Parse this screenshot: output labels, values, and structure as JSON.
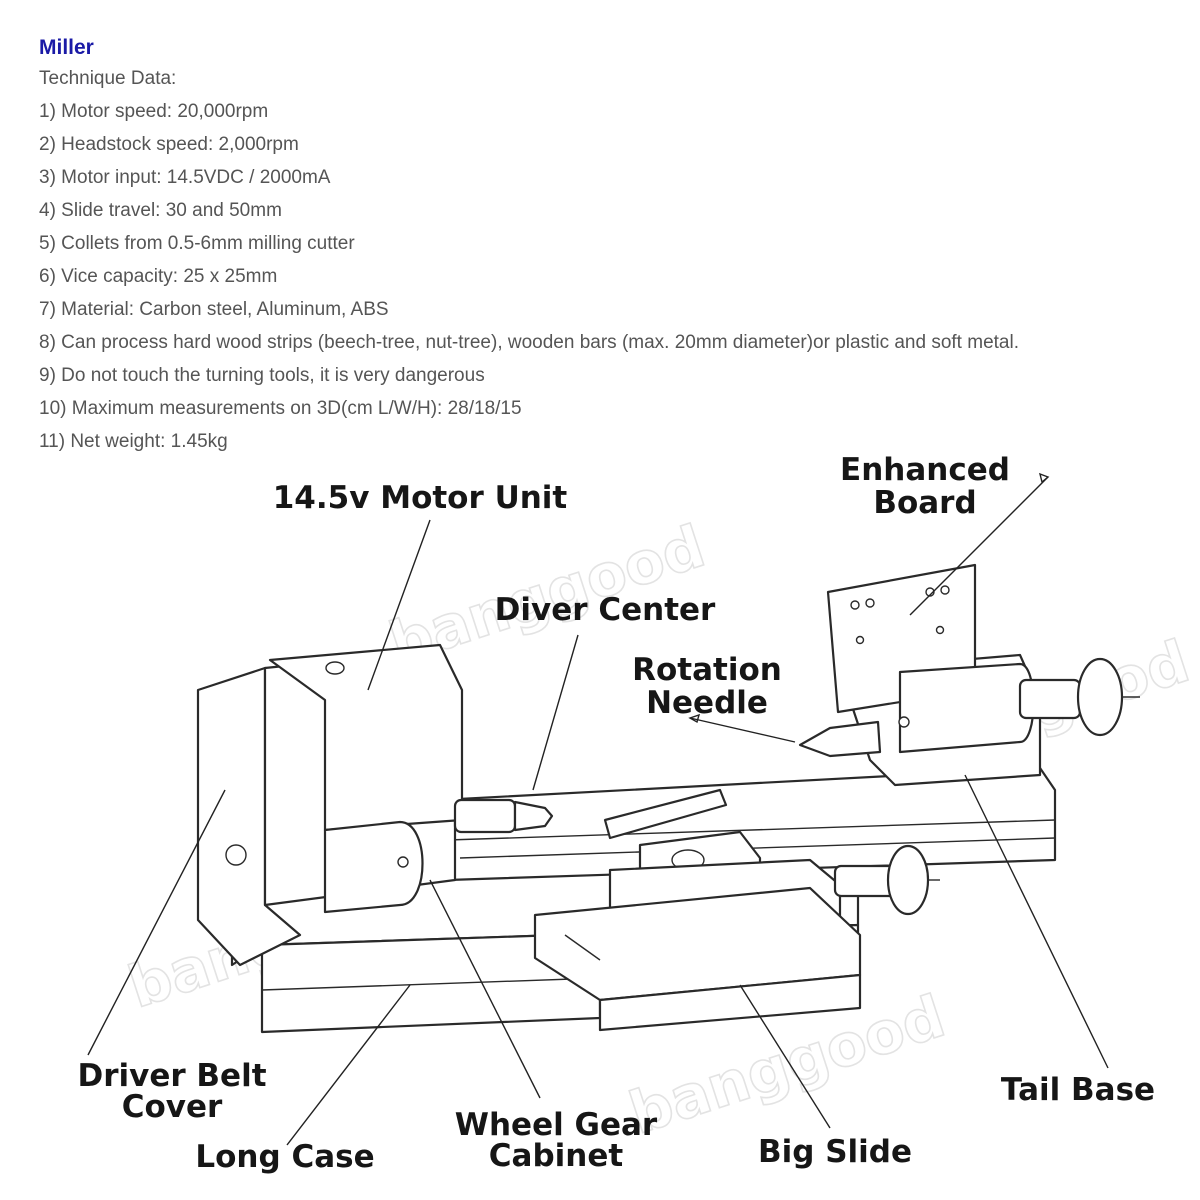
{
  "header": {
    "title": "Miller",
    "subtitle": "Technique Data:"
  },
  "specs": [
    "1) Motor speed: 20,000rpm",
    "2) Headstock speed: 2,000rpm",
    "3) Motor input: 14.5VDC / 2000mA",
    "4) Slide travel: 30 and 50mm",
    "5) Collets from 0.5-6mm milling cutter",
    "6) Vice capacity: 25 x 25mm",
    "7) Material: Carbon steel, Aluminum, ABS",
    "8) Can process hard wood strips (beech-tree, nut-tree), wooden bars (max. 20mm diameter)or plastic and soft metal.",
    "9) Do not touch the turning tools, it is very dangerous",
    "10) Maximum measurements on 3D(cm L/W/H): 28/18/15",
    "11) Net weight: 1.45kg"
  ],
  "diagram": {
    "labels": {
      "motor_unit": "14.5v Motor Unit",
      "enhanced_board_1": "Enhanced",
      "enhanced_board_2": "Board",
      "diver_center": "Diver Center",
      "rotation_needle_1": "Rotation",
      "rotation_needle_2": "Needle",
      "driver_belt_cover_1": "Driver Belt",
      "driver_belt_cover_2": "Cover",
      "tail_base": "Tail Base",
      "long_case": "Long Case",
      "wheel_gear_cabinet_1": "Wheel Gear",
      "wheel_gear_cabinet_2": "Cabinet",
      "big_slide": "Big Slide"
    },
    "watermark": "banggood"
  }
}
